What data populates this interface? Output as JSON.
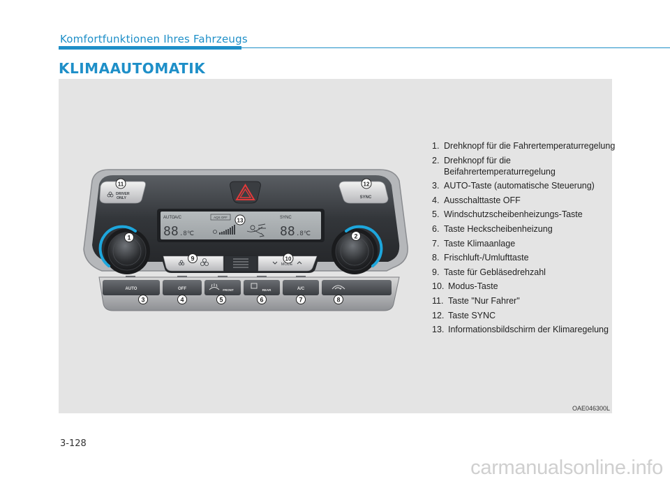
{
  "header": {
    "section_title": "Komfortfunktionen Ihres Fahrzeugs",
    "page_heading": "KLIMAAUTOMATIK"
  },
  "figure": {
    "code": "OAE046300L",
    "panel": {
      "button_driver_only": [
        "DRIVER",
        "ONLY"
      ],
      "button_sync": "SYNC",
      "display_labels": {
        "auto": "AUTO",
        "ac": "A/C",
        "aqs_off": "AQS OFF",
        "sync": "SYNC"
      },
      "display_temp_left": "88",
      "display_temp_right": "88",
      "display_temp_unit": ".8℃",
      "button_mode": "MODE",
      "bottom_buttons": {
        "auto": "AUTO",
        "off": "OFF",
        "front": "FRONT",
        "rear": "REAR",
        "ac": "A/C"
      },
      "callouts": [
        "1",
        "2",
        "3",
        "4",
        "5",
        "6",
        "7",
        "8",
        "9",
        "10",
        "11",
        "12",
        "13"
      ]
    },
    "legend": [
      {
        "num": "1.",
        "text": "Drehknopf für die Fahrertemperaturregelung"
      },
      {
        "num": "2.",
        "text": "Drehknopf für die Beifahrertemperaturregelung"
      },
      {
        "num": "3.",
        "text": "AUTO-Taste (automatische Steuerung)"
      },
      {
        "num": "4.",
        "text": "Ausschalttaste OFF"
      },
      {
        "num": "5.",
        "text": "Windschutzscheibenheizungs-Taste"
      },
      {
        "num": "6.",
        "text": "Taste Heckscheibenheizung"
      },
      {
        "num": "7.",
        "text": "Taste Klimaanlage"
      },
      {
        "num": "8.",
        "text": "Frischluft-/Umlufttaste"
      },
      {
        "num": "9.",
        "text": "Taste für Gebläsedrehzahl"
      },
      {
        "num": "10.",
        "text": "Modus-Taste"
      },
      {
        "num": "11.",
        "text": "Taste \"Nur Fahrer\""
      },
      {
        "num": "12.",
        "text": "Taste SYNC"
      },
      {
        "num": "13.",
        "text": "Informationsbildschirm der Klimaregelung"
      }
    ]
  },
  "footer": {
    "page_number": "3-128",
    "watermark": "carmanualsonline.info"
  },
  "colors": {
    "accent_blue": "#1e8fc8",
    "figure_background": "#e4e4e4",
    "panel_dark": "#2f3236",
    "display_screen": "#a9aeb0",
    "knob_ring": "#1da6dc"
  }
}
